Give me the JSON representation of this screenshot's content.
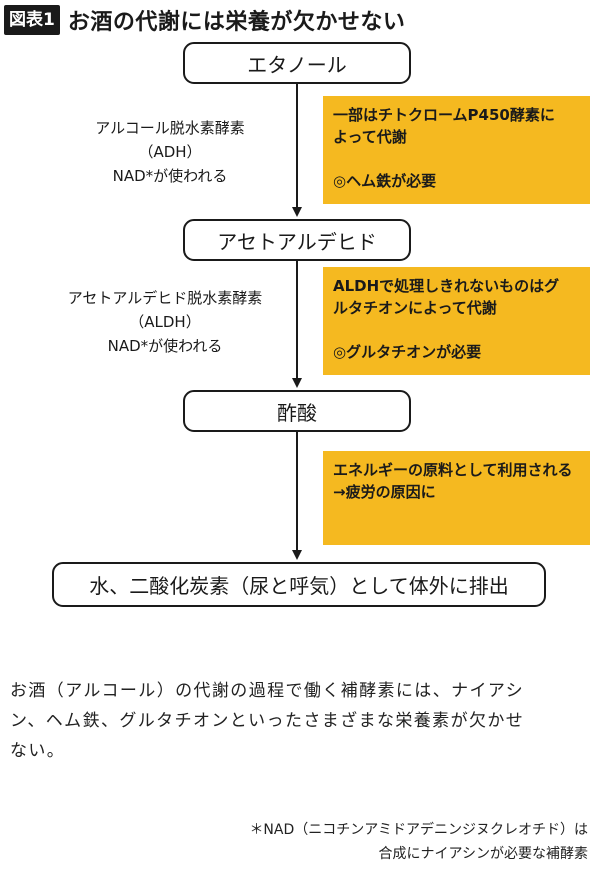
{
  "header": {
    "figure_label": "図表1",
    "title": "お酒の代謝には栄養が欠かせない"
  },
  "flow": {
    "nodes": [
      "エタノール",
      "アセトアルデヒド",
      "酢酸",
      "水、二酸化炭素（尿と呼気）として体外に排出"
    ],
    "enzymes": [
      {
        "lines": [
          "アルコール脱水素酵素",
          "（ADH）",
          "NAD*が使われる"
        ]
      },
      {
        "lines": [
          "アセトアルデヒド脱水素酵素",
          "（ALDH）",
          "NAD*が使われる"
        ]
      }
    ],
    "notes": [
      {
        "lines": [
          "一部はチトクロームP450酵素に",
          "よって代謝",
          "",
          "◎ヘム鉄が必要"
        ]
      },
      {
        "lines": [
          "ALDHで処理しきれないものはグ",
          "ルタチオンによって代謝",
          "",
          "◎グルタチオンが必要"
        ]
      },
      {
        "lines": [
          "エネルギーの原料として利用される",
          "→疲労の原因に"
        ]
      }
    ]
  },
  "caption": {
    "lines": [
      "お酒（アルコール）の代謝の過程で働く補酵素には、ナイアシ",
      "ン、ヘム鉄、グルタチオンといったさまざまな栄養素が欠かせ",
      "ない。"
    ]
  },
  "footnote": {
    "lines": [
      "＊NAD（ニコチンアミドアデニンジヌクレオチド）は",
      "合成にナイアシンが必要な補酵素"
    ]
  },
  "colors": {
    "note_background": "#f5b920",
    "text": "#1a1a1a"
  }
}
